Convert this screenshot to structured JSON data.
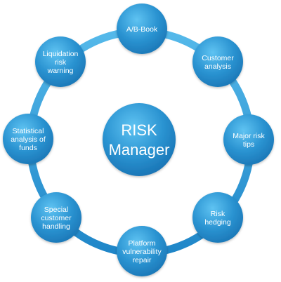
{
  "diagram": {
    "center": {
      "lines": [
        "RISK",
        "Manager"
      ]
    },
    "nodes": [
      {
        "id": "ab-book",
        "lines": [
          "A/B-Book"
        ]
      },
      {
        "id": "customer-analysis",
        "lines": [
          "Customer",
          "analysis"
        ]
      },
      {
        "id": "major-risk-tips",
        "lines": [
          "Major risk",
          "tips"
        ]
      },
      {
        "id": "risk-hedging",
        "lines": [
          "Risk",
          "hedging"
        ]
      },
      {
        "id": "platform-vulnerability-repair",
        "lines": [
          "Platform",
          "vulnerability",
          "repair"
        ]
      },
      {
        "id": "special-customer-handling",
        "lines": [
          "Special",
          "customer",
          "handling"
        ]
      },
      {
        "id": "statistical-analysis-of-funds",
        "lines": [
          "Statistical",
          "analysis of",
          "funds"
        ]
      },
      {
        "id": "liquidation-risk-warning",
        "lines": [
          "Liquidation",
          "risk",
          "warning"
        ]
      }
    ],
    "colors": {
      "ring": "#2f9fd8",
      "node": "#2a93d1",
      "center": "#2a93d1"
    }
  }
}
